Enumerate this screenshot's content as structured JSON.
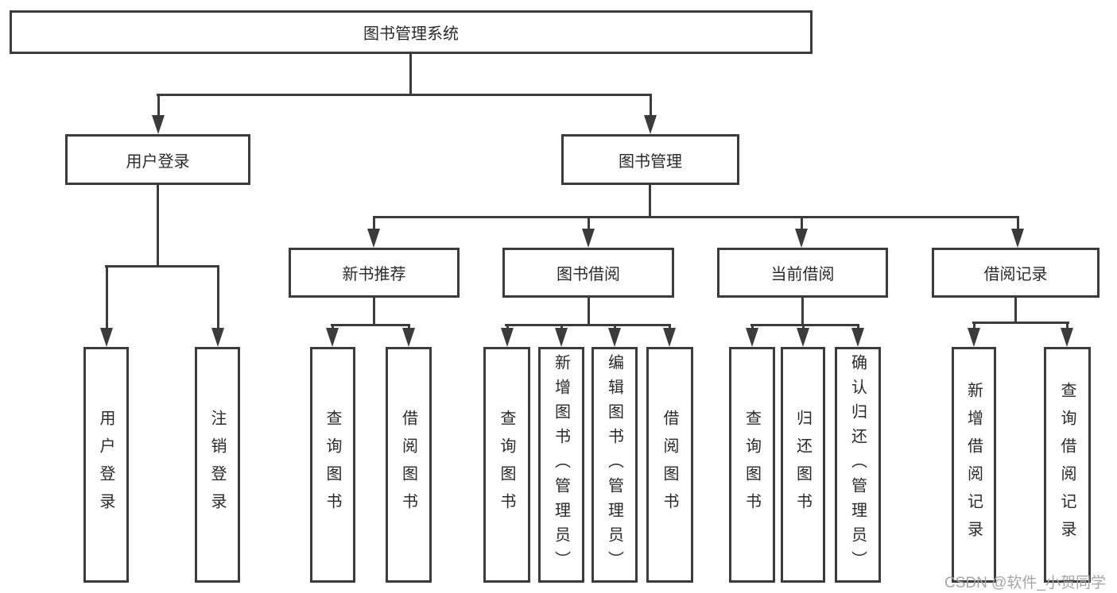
{
  "tree": {
    "label": "图书管理系统",
    "children": [
      {
        "label": "用户登录",
        "children": [
          {
            "label": "用户登录"
          },
          {
            "label": "注销登录"
          }
        ]
      },
      {
        "label": "图书管理",
        "children": [
          {
            "label": "新书推荐",
            "children": [
              {
                "label": "查询图书"
              },
              {
                "label": "借阅图书"
              }
            ]
          },
          {
            "label": "图书借阅",
            "children": [
              {
                "label": "查询图书"
              },
              {
                "label": "新增图书（管理员）"
              },
              {
                "label": "编辑图书（管理员）"
              },
              {
                "label": "借阅图书"
              }
            ]
          },
          {
            "label": "当前借阅",
            "children": [
              {
                "label": "查询图书"
              },
              {
                "label": "归还图书"
              },
              {
                "label": "确认归还（管理员）"
              }
            ]
          },
          {
            "label": "借阅记录",
            "children": [
              {
                "label": "新增借阅记录"
              },
              {
                "label": "查询借阅记录"
              }
            ]
          }
        ]
      }
    ]
  },
  "watermark": "CSDN @软件_小贺同学",
  "colors": {
    "line": "#3b3b3b",
    "text": "#2a2a2a",
    "watermark": "#a6a6a6",
    "background": "#ffffff"
  }
}
